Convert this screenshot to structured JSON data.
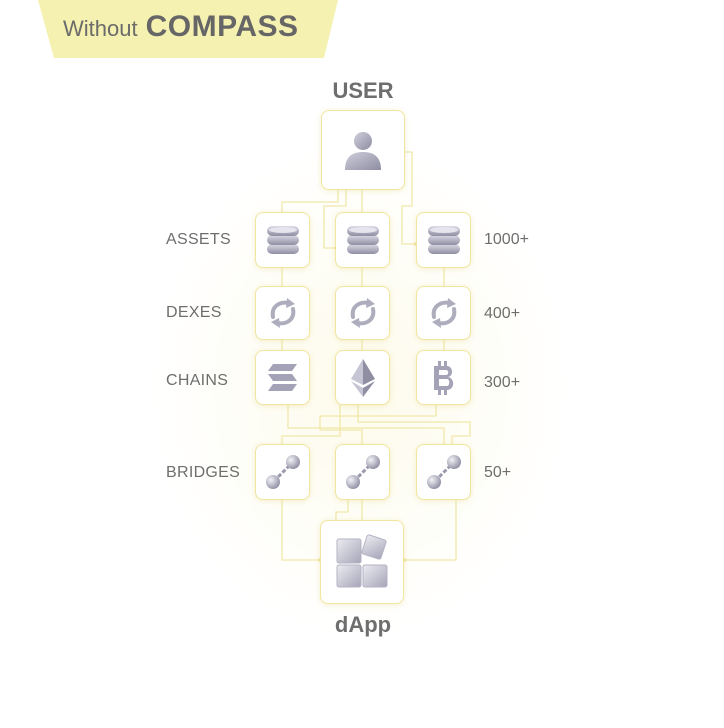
{
  "banner": {
    "prefix": "Without",
    "brand": "COMPASS"
  },
  "top_title": "USER",
  "bottom_title": "dApp",
  "rows": [
    {
      "label": "ASSETS",
      "count": "1000+",
      "icon": "coin-stack-icon"
    },
    {
      "label": "DEXES",
      "count": "400+",
      "icon": "swap-arrows-icon"
    },
    {
      "label": "CHAINS",
      "count": "300+",
      "icon": "chain-logo-icon"
    },
    {
      "label": "BRIDGES",
      "count": "50+",
      "icon": "chain-link-icon"
    }
  ],
  "chains": [
    "solana-logo-icon",
    "ethereum-logo-icon",
    "bitcoin-logo-icon"
  ],
  "colors": {
    "accent": "#f3ee9c",
    "border": "#f0e6a0",
    "icon": "#a9a8b8",
    "text": "#6e6e6e"
  }
}
